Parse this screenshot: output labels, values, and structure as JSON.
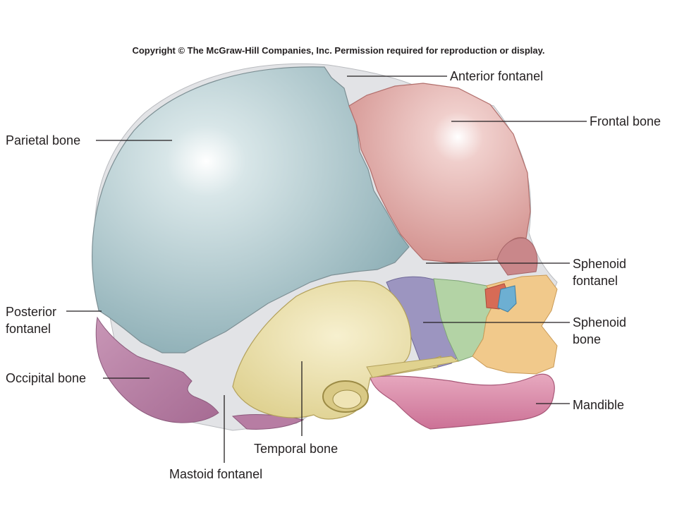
{
  "copyright": "Copyright © The McGraw-Hill Companies, Inc. Permission required for reproduction or display.",
  "labels": {
    "anterior_fontanel": "Anterior fontanel",
    "frontal_bone": "Frontal bone",
    "parietal_bone": "Parietal bone",
    "sphenoid_fontanel_1": "Sphenoid",
    "sphenoid_fontanel_2": "fontanel",
    "posterior_fontanel_1": "Posterior",
    "posterior_fontanel_2": "fontanel",
    "sphenoid_bone_1": "Sphenoid",
    "sphenoid_bone_2": "bone",
    "occipital_bone": "Occipital bone",
    "mandible": "Mandible",
    "temporal_bone": "Temporal bone",
    "mastoid_fontanel": "Mastoid fontanel"
  },
  "colors": {
    "parietal": "#a9c6cc",
    "frontal": "#dea5a3",
    "fontanel": "#e2e3e6",
    "occipital": "#b77da3",
    "temporal": "#e8dca2",
    "sphenoid": "#9c95c0",
    "green": "#b3d3a5",
    "orange": "#f1c98b",
    "mandible": "#d786a3",
    "red": "#d76b56",
    "blue": "#6dafd2",
    "suture": "#8d8f93",
    "leader": "#231f20"
  }
}
